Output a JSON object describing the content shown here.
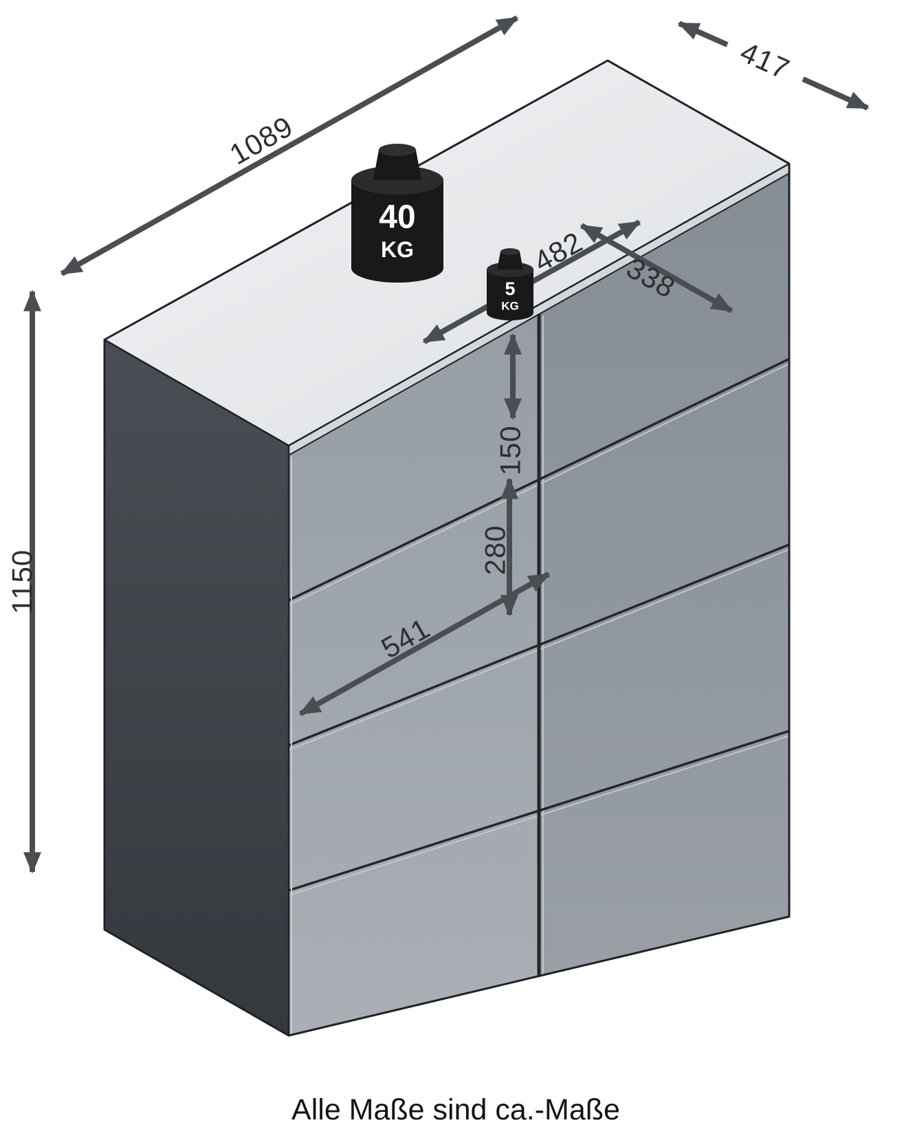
{
  "caption": "Alle Maße sind ca.-Maße",
  "dimensions": {
    "total_width": "1089",
    "total_depth": "417",
    "total_height": "1150",
    "inner_width": "482",
    "inner_depth": "338",
    "top_drawer_height": "150",
    "drawer_height": "280",
    "drawer_width": "541"
  },
  "load_capacity": {
    "top": {
      "value": "40",
      "unit": "KG"
    },
    "drawer": {
      "value": "5",
      "unit": "KG"
    }
  },
  "colors": {
    "arrow": "#4a4e53",
    "outline": "#1e2226",
    "side_panel_dark": "#43474c",
    "top_face_light": "#e9ebee",
    "front_left_gray": "#a3a9af",
    "front_right_gray": "#8e949b",
    "weight_black": "#191919"
  }
}
